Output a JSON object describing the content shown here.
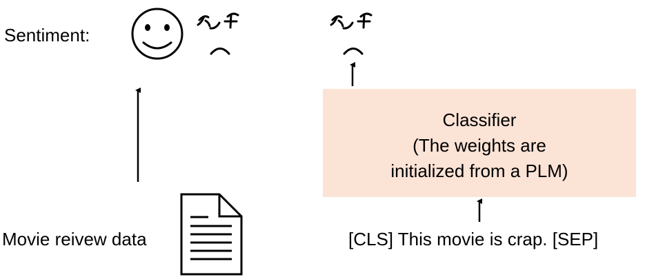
{
  "labels": {
    "sentiment": "Sentiment:",
    "movie_data": "Movie reivew data",
    "input_sequence": "[CLS] This movie is crap. [SEP]"
  },
  "classifier": {
    "title": "Classifier",
    "line2": "(The weights are",
    "line3": "initialized from a PLM)",
    "fill_color": "#fbe3d6"
  },
  "icons": [
    "smiley-face-icon",
    "frowning-face-icon",
    "frowning-face-icon",
    "document-icon"
  ]
}
